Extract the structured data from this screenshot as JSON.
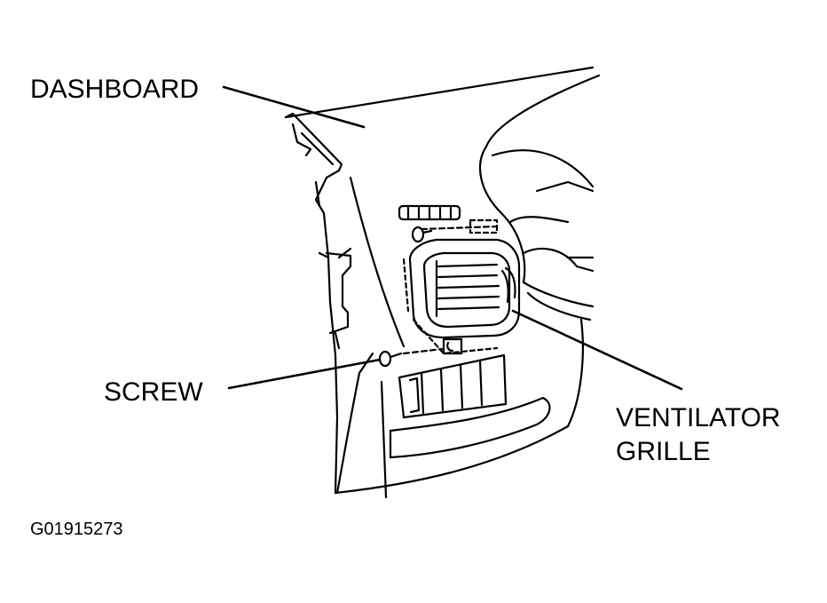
{
  "labels": {
    "dashboard": "DASHBOARD",
    "screw": "SCREW",
    "ventilator_line1": "VENTILATOR",
    "ventilator_line2": "GRILLE"
  },
  "figure_code": "G01915273",
  "colors": {
    "ink": "#000000",
    "paper": "#ffffff"
  }
}
